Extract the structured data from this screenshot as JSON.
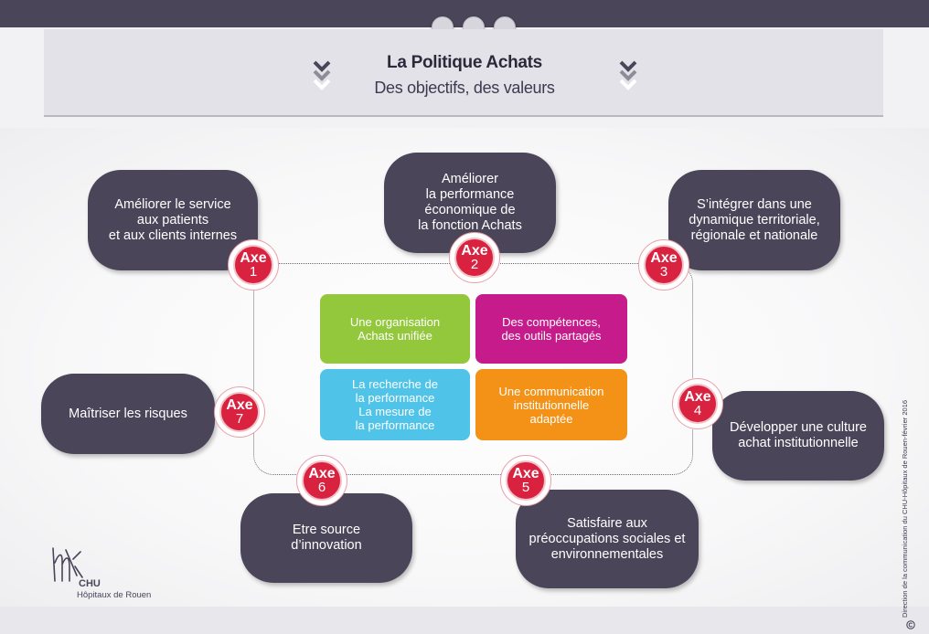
{
  "header": {
    "title": "La Politique Achats",
    "subtitle": "Des objectifs, des valeurs"
  },
  "colors": {
    "bubble": "#4a4559",
    "axe_badge": "#d92140",
    "tile_green": "#93c83d",
    "tile_magenta": "#c61b8a",
    "tile_blue": "#4fc3e8",
    "tile_orange": "#f39217"
  },
  "axes": [
    {
      "axe_label": "Axe",
      "number": "1",
      "text": "Améliorer le service\naux patients\net aux clients internes"
    },
    {
      "axe_label": "Axe",
      "number": "2",
      "text": "Améliorer\nla performance\néconomique de\nla fonction Achats"
    },
    {
      "axe_label": "Axe",
      "number": "3",
      "text": "S’intégrer dans une\ndynamique territoriale,\nrégionale et nationale"
    },
    {
      "axe_label": "Axe",
      "number": "4",
      "text": "Développer une culture\nachat institutionnelle"
    },
    {
      "axe_label": "Axe",
      "number": "5",
      "text": "Satisfaire aux\npréoccupations sociales et\nenvironnementales"
    },
    {
      "axe_label": "Axe",
      "number": "6",
      "text": "Etre source\nd’innovation"
    },
    {
      "axe_label": "Axe",
      "number": "7",
      "text": "Maîtriser les risques"
    }
  ],
  "values": [
    {
      "text": "Une organisation\nAchats unifiée"
    },
    {
      "text": "Des compétences,\ndes outils partagés"
    },
    {
      "text": "La recherche de\nla performance\nLa mesure de\nla performance"
    },
    {
      "text": "Une communication\ninstitutionnelle\nadaptée"
    }
  ],
  "logo": {
    "brand": "CHU",
    "name": "Hôpitaux de Rouen"
  },
  "credit": "Direction de la communication du CHU-Hôpitaux de Rouen-février 2016",
  "icons": [
    "chevron-down-icon",
    "copyright-icon"
  ]
}
